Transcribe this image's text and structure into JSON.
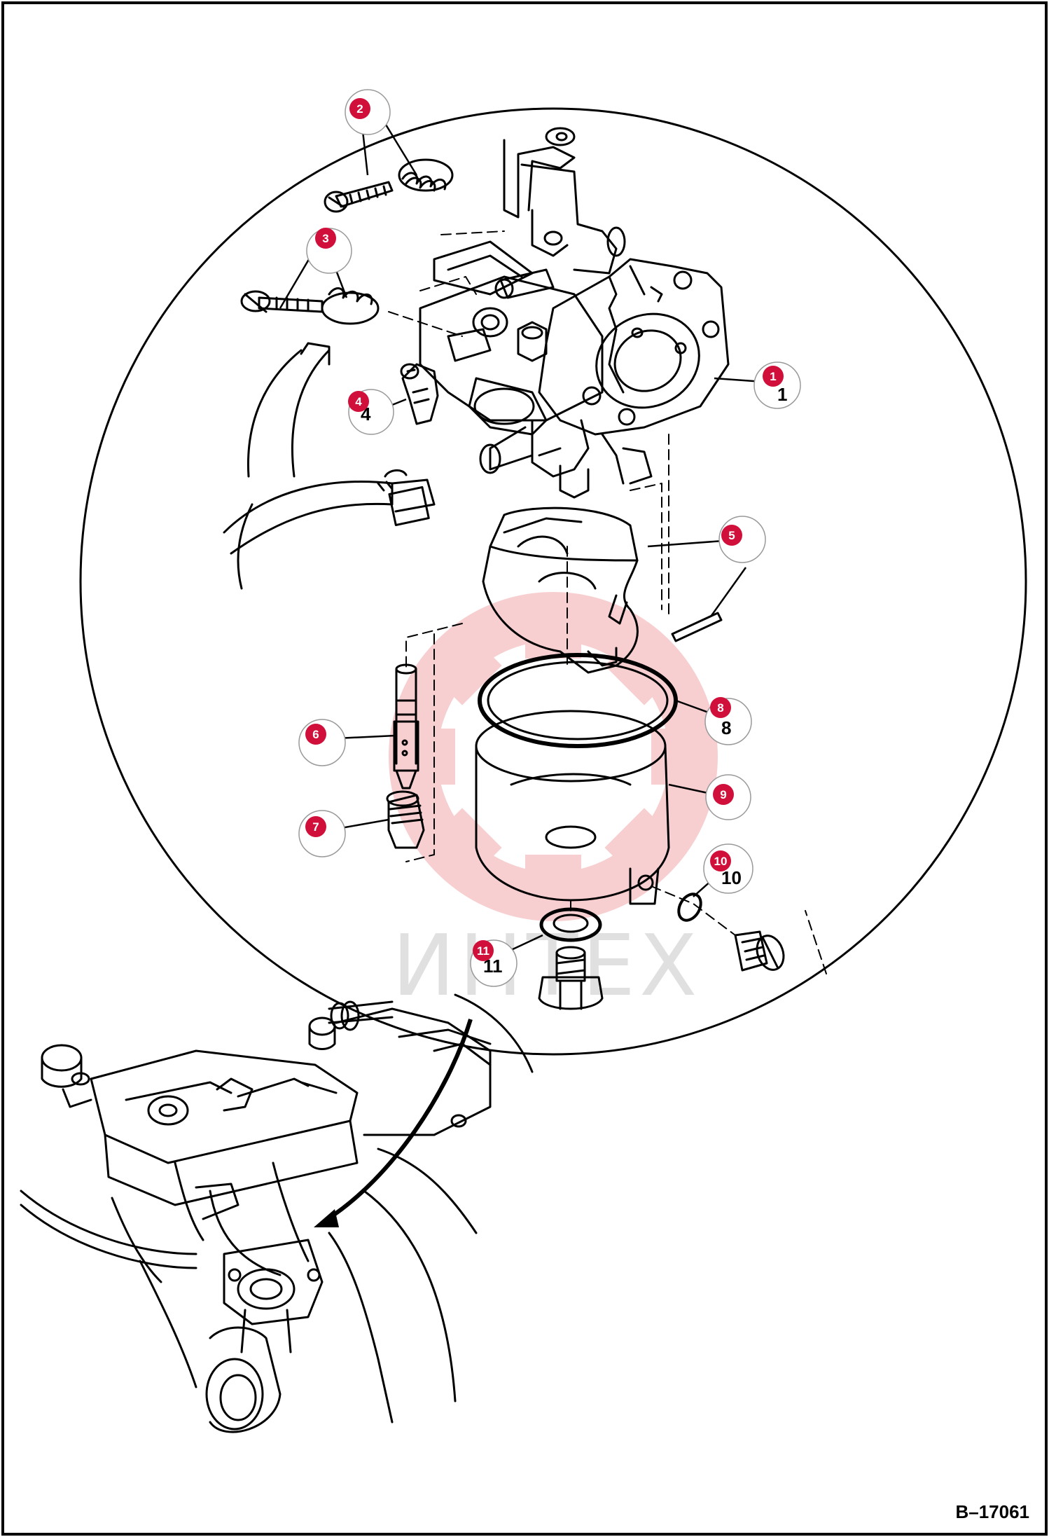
{
  "diagram": {
    "reference_code": "B–17061",
    "watermark_text": "ИНТЕХ",
    "marker_color": "#d0103a",
    "parts": [
      {
        "number": "1"
      },
      {
        "number": "2"
      },
      {
        "number": "3"
      },
      {
        "number": "4"
      },
      {
        "number": "5"
      },
      {
        "number": "6"
      },
      {
        "number": "7"
      },
      {
        "number": "8"
      },
      {
        "number": "9"
      },
      {
        "number": "10"
      },
      {
        "number": "11"
      }
    ]
  }
}
